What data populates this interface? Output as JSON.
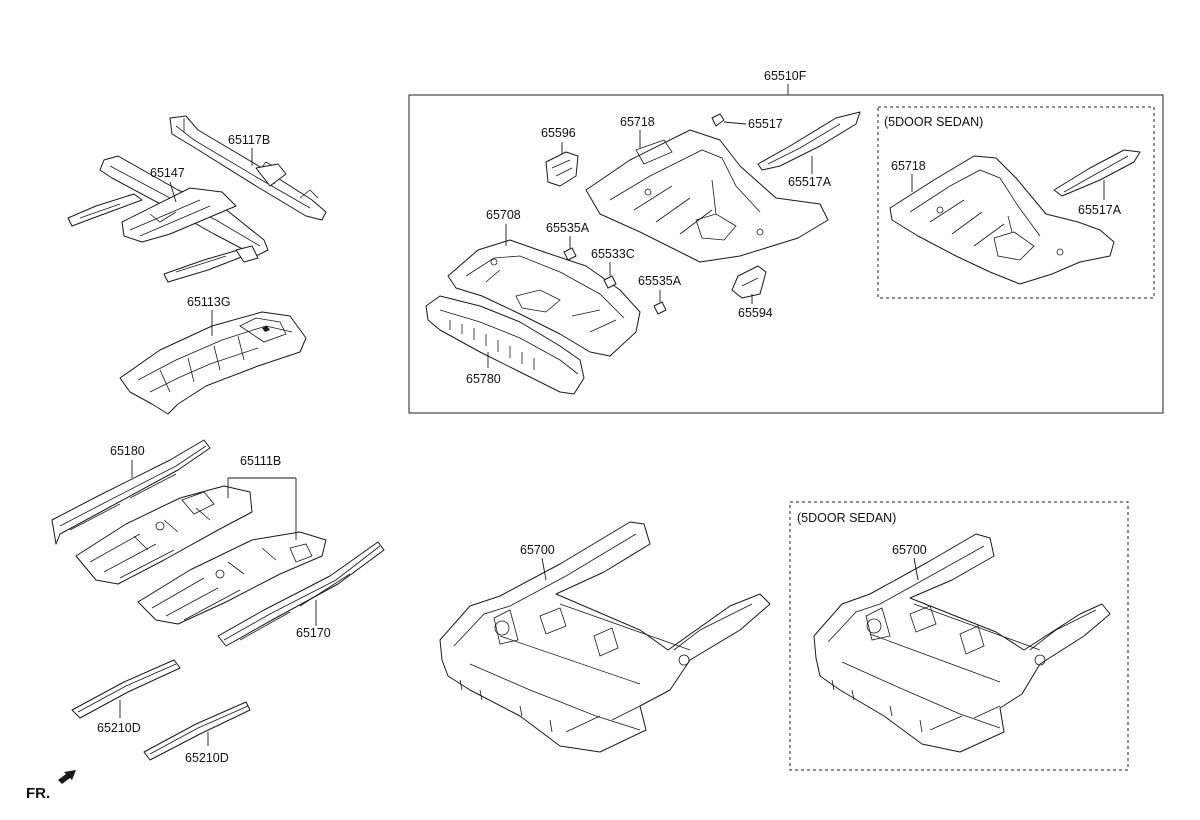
{
  "labels": {
    "p65117B": "65117B",
    "p65147": "65147",
    "p65113G": "65113G",
    "p65180": "65180",
    "p65111B": "65111B",
    "p65170": "65170",
    "p65210D_a": "65210D",
    "p65210D_b": "65210D",
    "p65510F": "65510F",
    "p65596": "65596",
    "p65718": "65718",
    "p65517": "65517",
    "p65517A": "65517A",
    "p65708": "65708",
    "p65535A_a": "65535A",
    "p65533C": "65533C",
    "p65535A_b": "65535A",
    "p65594": "65594",
    "p65780": "65780",
    "p65718_5d": "65718",
    "p65517A_5d": "65517A",
    "p65700": "65700",
    "p65700_5d": "65700"
  },
  "variant_labels": {
    "top": "(5DOOR SEDAN)",
    "bottom": "(5DOOR SEDAN)"
  },
  "direction_label": "FR."
}
